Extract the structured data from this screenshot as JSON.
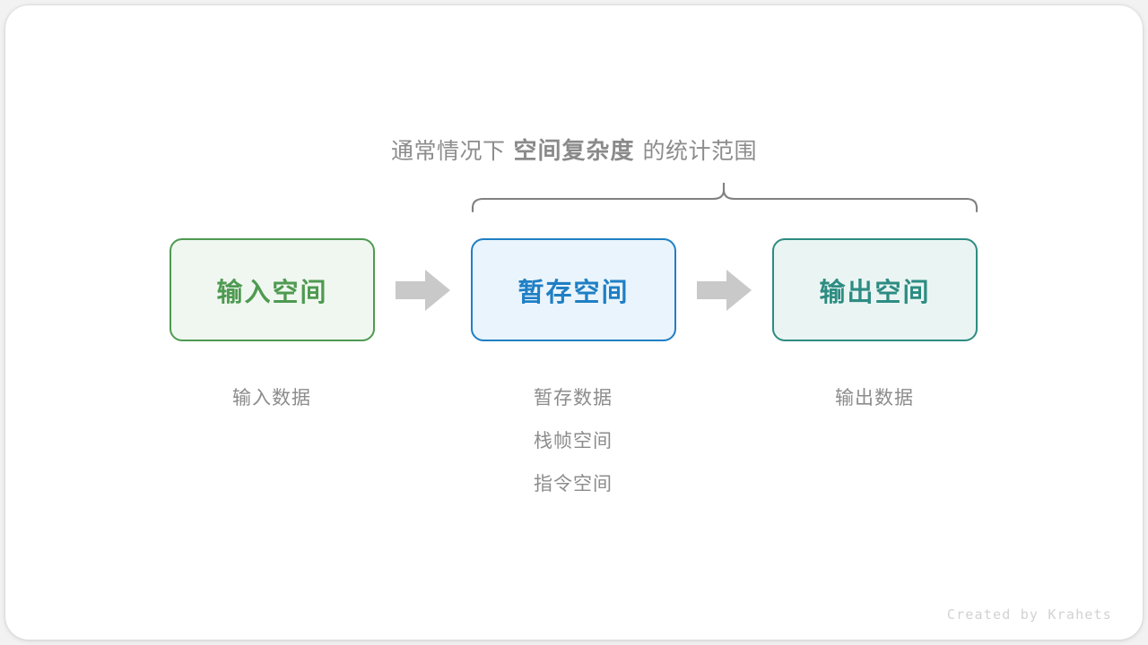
{
  "figure": {
    "title": {
      "prefix": "通常情况下",
      "emphasis": "空间复杂度",
      "suffix": "的统计范围"
    },
    "brace": {
      "label": "curly-brace-spanning-temp-and-output",
      "color": "#808080"
    },
    "stages": [
      {
        "key": "input",
        "box_label": "输入空间",
        "border_color": "#4e9a51",
        "fill_color": "#f0f7f0",
        "text_color": "#4e9a51",
        "captions": [
          "输入数据"
        ]
      },
      {
        "key": "temp",
        "box_label": "暂存空间",
        "border_color": "#1f7fc4",
        "fill_color": "#eaf4fc",
        "text_color": "#1f7fc4",
        "captions": [
          "暂存数据",
          "栈帧空间",
          "指令空间"
        ]
      },
      {
        "key": "output",
        "box_label": "输出空间",
        "border_color": "#2d8c82",
        "fill_color": "#eaf5f3",
        "text_color": "#2d8c82",
        "captions": [
          "输出数据"
        ]
      }
    ],
    "arrows": [
      {
        "key": "input-to-temp",
        "icon": "arrow-right-icon",
        "color": "#c9c9c9"
      },
      {
        "key": "temp-to-output",
        "icon": "arrow-right-icon",
        "color": "#c9c9c9"
      }
    ],
    "caption_color": "#8c8c8c",
    "credit": "Created by Krahets"
  }
}
